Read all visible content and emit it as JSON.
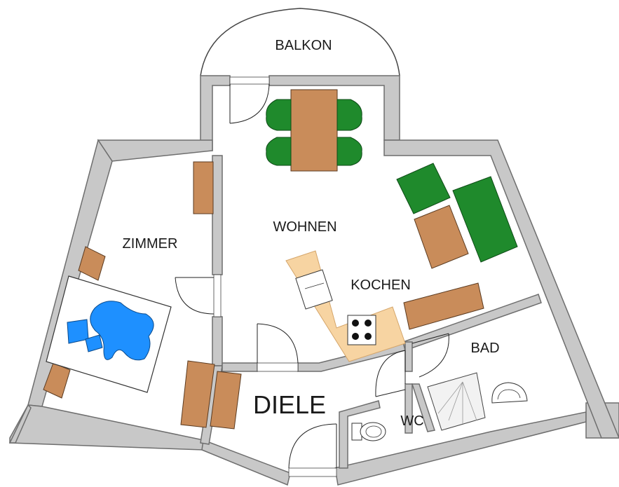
{
  "rooms": {
    "balkon": "BALKON",
    "wohnen": "WOHNEN",
    "zimmer": "ZIMMER",
    "kochen": "KOCHEN",
    "bad": "BAD",
    "diele": "DIELE",
    "wc": "WC"
  },
  "colors": {
    "wall": "#c8c8c8",
    "wall_outline": "#6e6e6e",
    "wood": "#c98c5a",
    "green": "#1f8a2c",
    "kitchen_counter": "#f7d4a2",
    "bed_blue": "#1e90ff"
  }
}
